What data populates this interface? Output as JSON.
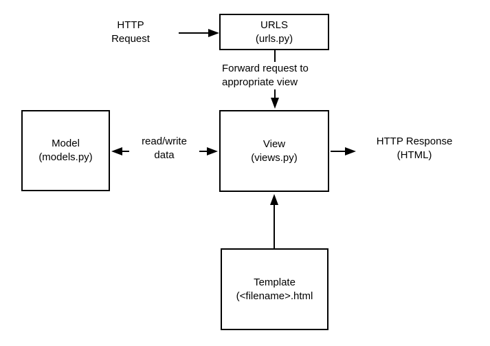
{
  "diagram": {
    "title_hint": "Django request/response architecture diagram",
    "colors": {
      "background": "#ffffff",
      "stroke": "#000000",
      "box_fill": "#ffffff",
      "text": "#000000"
    },
    "nodes": {
      "urls": {
        "title": "URLS",
        "subtitle": "(urls.py)"
      },
      "model": {
        "title": "Model",
        "subtitle": "(models.py)"
      },
      "view": {
        "title": "View",
        "subtitle": "(views.py)"
      },
      "template": {
        "title": "Template",
        "subtitle": "(<filename>.html"
      }
    },
    "labels": {
      "http_request": {
        "line1": "HTTP",
        "line2": "Request"
      },
      "forward": {
        "line1": "Forward request to",
        "line2": "appropriate view"
      },
      "read_write": {
        "line1": "read/write",
        "line2": "data"
      },
      "http_response": {
        "line1": "HTTP Response",
        "line2": "(HTML)"
      }
    },
    "edges": [
      {
        "from": "http_request_label",
        "to": "urls",
        "style": "arrow-right"
      },
      {
        "from": "urls",
        "to": "view",
        "label": "Forward request to appropriate view",
        "style": "arrow-down"
      },
      {
        "from": "view",
        "to": "model",
        "label": "read/write data",
        "style": "arrow-left"
      },
      {
        "from": "model",
        "to": "view",
        "label": "read/write data",
        "style": "arrow-right"
      },
      {
        "from": "view",
        "to": "http_response_label",
        "style": "arrow-right"
      },
      {
        "from": "template",
        "to": "view",
        "style": "arrow-up"
      }
    ]
  }
}
